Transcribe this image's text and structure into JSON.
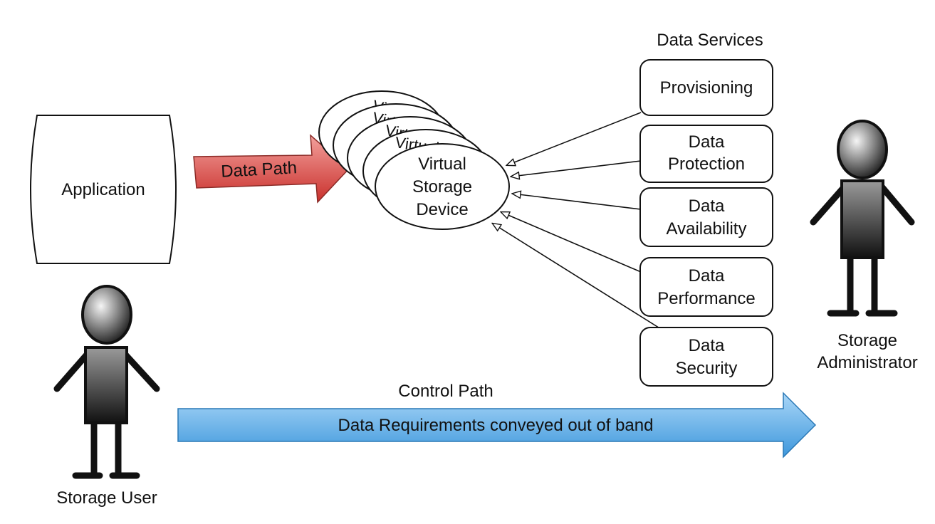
{
  "application": {
    "label": "Application"
  },
  "data_path": {
    "label": "Data Path"
  },
  "virtual_stack": {
    "back_label": "Virtual",
    "front_label_lines": [
      "Virtual",
      "Storage",
      "Device"
    ]
  },
  "data_services": {
    "title": "Data Services",
    "items": [
      {
        "lines": [
          "Provisioning"
        ]
      },
      {
        "lines": [
          "Data",
          "Protection"
        ]
      },
      {
        "lines": [
          "Data",
          "Availability"
        ]
      },
      {
        "lines": [
          "Data",
          "Performance"
        ]
      },
      {
        "lines": [
          "Data",
          "Security"
        ]
      }
    ]
  },
  "storage_user": {
    "label": "Storage User"
  },
  "storage_admin": {
    "label_lines": [
      "Storage",
      "Administrator"
    ]
  },
  "control_path": {
    "title": "Control Path",
    "label": "Data Requirements conveyed out of band"
  },
  "colors": {
    "data_path_arrow": "#d9534f",
    "control_path_arrow": "#5aaee8"
  }
}
